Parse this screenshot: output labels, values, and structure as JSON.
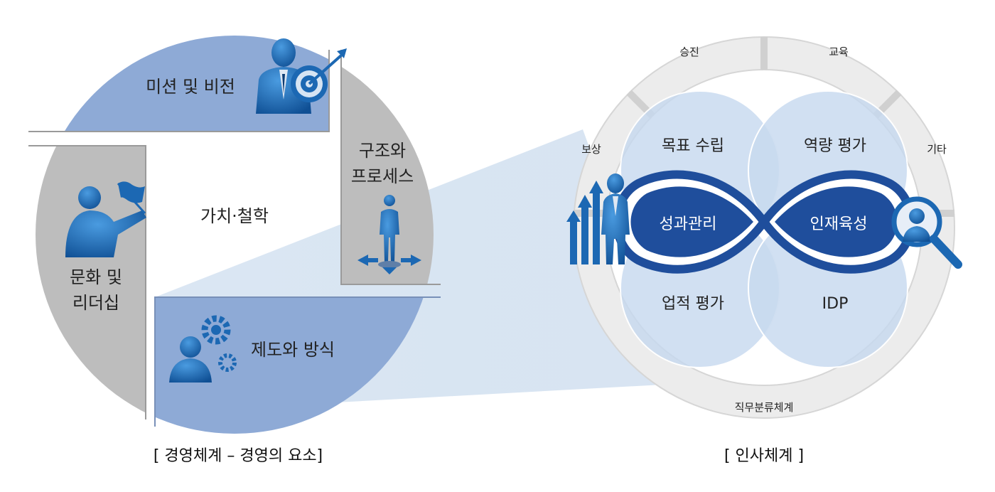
{
  "left_diagram": {
    "center": "가치·철학",
    "top": "미션 및 비전",
    "right_line1": "구조와",
    "right_line2": "프로세스",
    "bottom": "제도와 방식",
    "left_line1": "문화 및",
    "left_line2": "리더십",
    "caption": "[ 경영체계 – 경영의 요소]"
  },
  "right_diagram": {
    "outer_ring": {
      "top_left": "승진",
      "top_right": "교육",
      "left": "보상",
      "right": "기타",
      "bottom": "직무분류체계"
    },
    "quadrants": {
      "top_left": "목표 수립",
      "top_right": "역량 평가",
      "bottom_left": "업적 평가",
      "bottom_right": "IDP"
    },
    "infinity": {
      "left": "성과관리",
      "right": "인재육성"
    },
    "caption": "[ 인사체계 ]"
  },
  "colors": {
    "blue_segment": "#8eaad6",
    "gray_segment": "#bdbdbd",
    "ring": "#ebebeb",
    "light_blue": "#c5d8ef",
    "dark_blue": "#1f4e9c",
    "figure_blue": "#1c68b3"
  },
  "icons": [
    "businessman-target-icon",
    "standing-man-arrows-icon",
    "person-gears-icon",
    "person-flag-icon",
    "growth-arrows-icon",
    "businessman-icon",
    "woman-magnifier-icon"
  ]
}
